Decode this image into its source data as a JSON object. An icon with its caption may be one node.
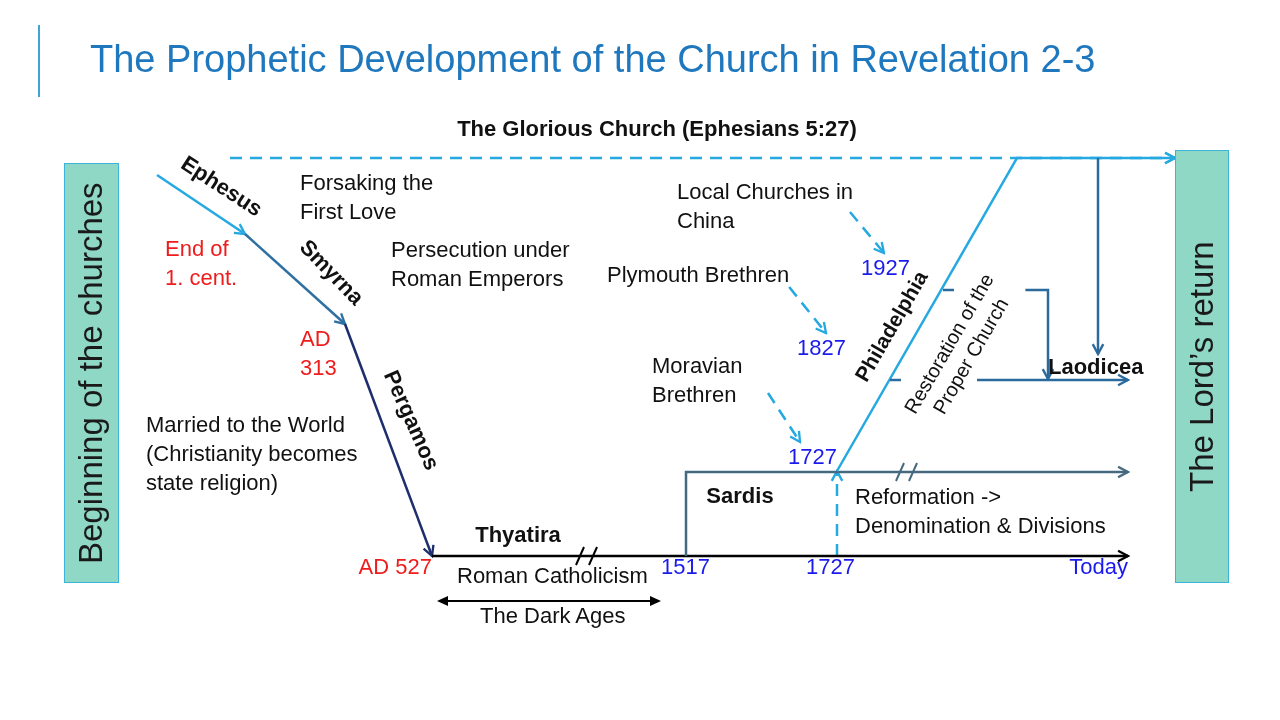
{
  "diagram": {
    "title": "The Prophetic Development of the Church in Revelation 2-3",
    "nodes": [
      {
        "text": [
          "Beginning of the churches"
        ]
      },
      {
        "text": [
          "End of 1. cent."
        ]
      },
      {
        "text": [
          "AD 313"
        ]
      },
      {
        "text": [
          "AD 527"
        ]
      },
      {
        "text": [
          "Local Churches in China"
        ]
      },
      {
        "text": [
          "1927"
        ]
      },
      {
        "text": [
          "Plymouth Brethren"
        ]
      },
      {
        "text": [
          "1827"
        ]
      },
      {
        "text": [
          "Moravian Brethren"
        ]
      },
      {
        "text": [
          "1727"
        ]
      },
      {
        "text": [
          "Restoration of the Proper Church"
        ]
      },
      {
        "text": [
          "Laodicea"
        ]
      },
      {
        "text": [
          "1517"
        ]
      },
      {
        "text": [
          "1727"
        ]
      },
      {
        "text": [
          "Today"
        ]
      },
      {
        "text": [
          "The Lord’s return"
        ]
      }
    ],
    "edges": [
      {
        "from": null,
        "to": 1,
        "arrow": "to",
        "label": "Ephesus"
      },
      {
        "from": 1,
        "to": 2,
        "arrow": "to",
        "label": "Smyrna",
        "color": "#2e70a2"
      },
      {
        "from": 2,
        "to": 3,
        "arrow": "to",
        "label": "Pergamos",
        "color": "#1c2e6e"
      },
      {
        "from": 3,
        "to": 14,
        "arrow": "to",
        "label": "Thyatira",
        "color": "#000000"
      },
      {
        "from": 12,
        "to": null,
        "arrow": "to",
        "label": "Sardis",
        "color": "#456a80"
      },
      {
        "from": 13,
        "to": 9,
        "arrow": "to",
        "style": "dashed"
      },
      {
        "from": 9,
        "to": 15,
        "arrow": "to",
        "label": "Philadelphia"
      },
      {
        "from": null,
        "to": 15,
        "arrow": "to",
        "style": "dashed",
        "label": "The Glorious Church (Ephesians 5:27)"
      },
      {
        "from": 4,
        "to": 5,
        "arrow": "to",
        "style": "dashed"
      },
      {
        "from": 6,
        "to": 7,
        "arrow": "to",
        "style": "dashed"
      },
      {
        "from": 8,
        "to": 9,
        "arrow": "to",
        "style": "dashed"
      },
      {
        "from": null,
        "to": 11,
        "arrow": "to",
        "color": "#2b6a9c"
      },
      {
        "from": 10,
        "to": 11,
        "arrow": "to",
        "color": "#2b6a9c"
      },
      {
        "from": 10,
        "to": 11,
        "arrow": "to",
        "color": "#2b6a9c"
      },
      {
        "from": null,
        "to": 10,
        "arrow": "none",
        "color": "#2b6a9c"
      },
      {
        "from": null,
        "to": 10,
        "arrow": "none",
        "color": "#2b6a9c"
      }
    ],
    "labels": [
      "Forsaking the First Love",
      "Persecution under Roman Emperors",
      "Married to the World (Christianity becomes state religion)",
      "Reformation -> Denomination & Divisions",
      "Roman Catholicism",
      "The Dark Ages"
    ]
  }
}
